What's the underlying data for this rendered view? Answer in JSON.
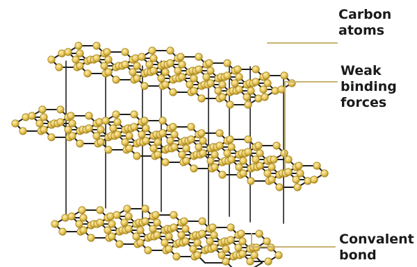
{
  "labels": {
    "carbon_atoms": [
      "Carbon",
      "atoms"
    ],
    "weak_binding_forces": [
      "Weak",
      "binding",
      "forces"
    ],
    "covalent_bond": [
      "Convalent",
      "bond"
    ]
  },
  "colors": {
    "atom_fill": "#e8c75a",
    "atom_stroke": "#a8861f",
    "atom_highlight": "#fbeeb4",
    "bond": "#1e1e1e",
    "leader_line": "#c7b270",
    "text": "#1a1a1a"
  }
}
